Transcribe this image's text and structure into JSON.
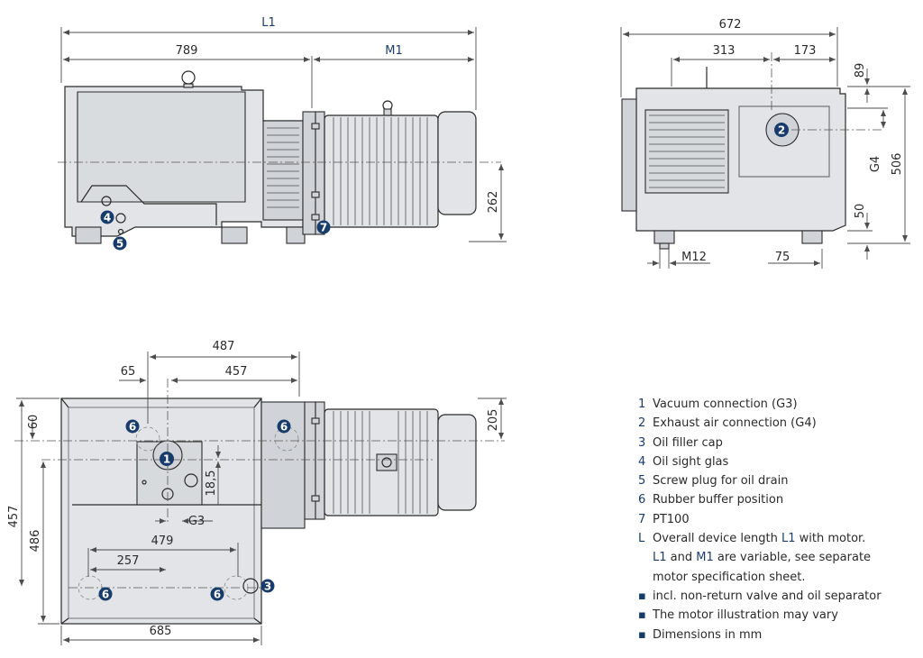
{
  "dimensions": {
    "side": {
      "L1": "L1",
      "d789": "789",
      "M1": "M1",
      "d262": "262"
    },
    "front": {
      "d672": "672",
      "d313": "313",
      "d173": "173",
      "d89": "89",
      "G4": "G4",
      "d506": "506",
      "d50": "50",
      "M12": "M12",
      "d75": "75"
    },
    "top": {
      "d487": "487",
      "d65": "65",
      "d457a": "457",
      "d60": "60",
      "d205": "205",
      "d18_5": "18,5",
      "G3": "G3",
      "d457b": "457",
      "d486": "486",
      "d479": "479",
      "d257": "257",
      "d685": "685"
    }
  },
  "badges": {
    "b1": "1",
    "b2": "2",
    "b3": "3",
    "b4": "4",
    "b5": "5",
    "b6": "6",
    "b7": "7"
  },
  "legend": {
    "items": [
      {
        "key": "1",
        "text": "Vacuum connection (G3)"
      },
      {
        "key": "2",
        "text": "Exhaust air connection (G4)"
      },
      {
        "key": "3",
        "text": "Oil filler cap"
      },
      {
        "key": "4",
        "text": "Oil sight glas"
      },
      {
        "key": "5",
        "text": "Screw plug for oil drain"
      },
      {
        "key": "6",
        "text": "Rubber buffer position"
      },
      {
        "key": "7",
        "text": "PT100"
      }
    ],
    "note": {
      "key": "L",
      "line1_pre": "Overall device length ",
      "line1_bold": "L1",
      "line1_post": " with motor.",
      "line2_bold1": "L1",
      "line2_mid": " and ",
      "line2_bold2": "M1",
      "line2_post": " are variable, see separate",
      "line3": "motor specification sheet."
    },
    "bullets": [
      "incl. non-return valve and oil separator",
      "The motor illustration may vary",
      "Dimensions in mm"
    ]
  },
  "colors": {
    "badge": "#173b6b",
    "dimension_text": "#2a2a2a",
    "body_fill": "#e2e4e7"
  }
}
